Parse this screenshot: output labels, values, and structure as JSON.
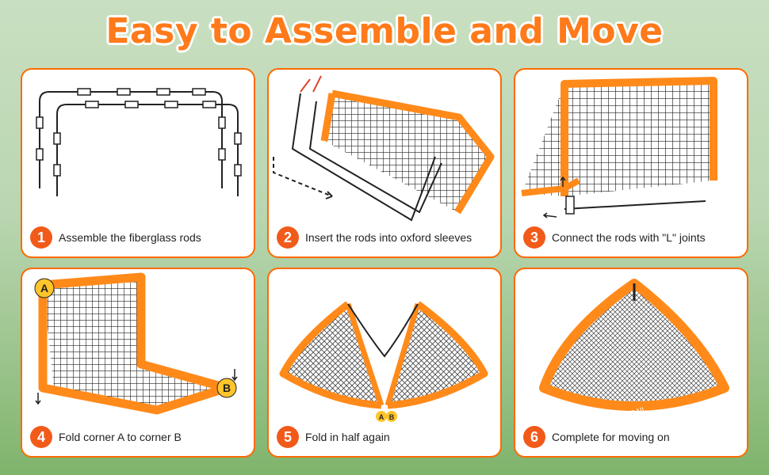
{
  "title": "Easy to Assemble and Move",
  "colors": {
    "accent": "#ff6a00",
    "badge": "#f25a1a",
    "net": "#1a1a1a"
  },
  "steps": [
    {
      "number": "1",
      "caption": "Assemble the fiberglass rods"
    },
    {
      "number": "2",
      "caption": "Insert the rods into oxford sleeves"
    },
    {
      "number": "3",
      "caption": "Connect the rods with \"L\" joints"
    },
    {
      "number": "4",
      "caption": "Fold corner A to corner B"
    },
    {
      "number": "5",
      "caption": "Fold in half again"
    },
    {
      "number": "6",
      "caption": "Complete for moving on"
    }
  ],
  "labels": {
    "corner_a": "A",
    "corner_b": "B",
    "brand": "BAGAIL"
  }
}
